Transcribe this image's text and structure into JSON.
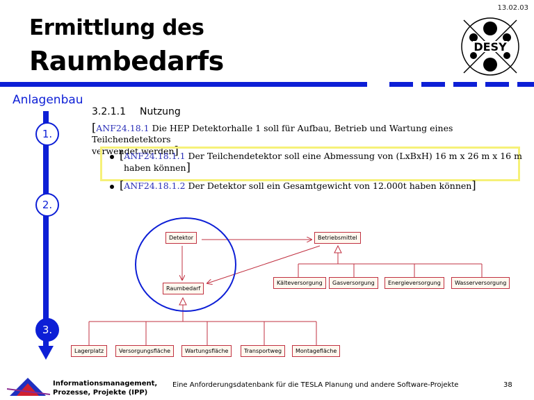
{
  "date": "13.02.03",
  "title": {
    "line1": "Ermittlung des",
    "line2": "Raumbedarfs"
  },
  "logo": {
    "text": "DESY"
  },
  "section_label": "Anlagenbau",
  "steps": [
    "1.",
    "2.",
    "3."
  ],
  "heading": {
    "number": "3.2.1.1",
    "text": "Nutzung"
  },
  "requirements": {
    "main": {
      "id": "ANF24.18.1",
      "line1": "Die HEP Detektorhalle 1 soll für Aufbau, Betrieb und Wartung eines Teilchendetektors",
      "line2": "verwendet werden"
    },
    "sub1": {
      "id": "ANF24.18.1.1",
      "line1": "Der Teilchendetektor soll eine Abmessung von (LxBxH) 16 m x 26 m x 16 m",
      "line2": "haben können"
    },
    "sub2": {
      "id": "ANF24.18.1.2",
      "text": "Der Detektor soll ein Gesamtgewicht von 12.000t haben können"
    }
  },
  "uml": {
    "detektor": "Detektor",
    "betriebsmittel": "Betriebsmittel",
    "raumbedarf": "Raumbedarf",
    "supply": [
      "Kälteversorgung",
      "Gasversorgung",
      "Energieversorgung",
      "Wasserversorgung"
    ],
    "areas": [
      "Lagerplatz",
      "Versorgungsfläche",
      "Wartungsfläche",
      "Transportweg",
      "Montagefläche"
    ]
  },
  "footer": {
    "org_line1": "Informationsmanagement,",
    "org_line2": "Prozesse, Projekte (IPP)",
    "center": "Eine Anforderungsdatenbank für die TESLA Planung und andere Software-Projekte",
    "page": "38"
  },
  "colors": {
    "accent": "#0d1fd6",
    "uml_line": "#c03040",
    "highlight": "#f6f178"
  }
}
